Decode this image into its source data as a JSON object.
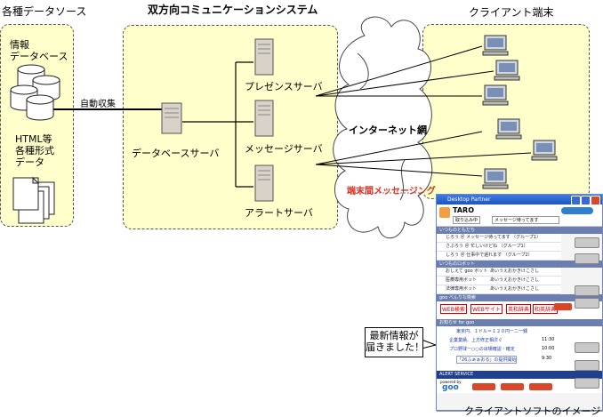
{
  "sources": {
    "title": "各種データソース",
    "info_db_label": "情報\nデータベース",
    "docs_label": "HTML等\n各種形式\nデータ",
    "auto_collect": "自動収集"
  },
  "system": {
    "title": "双方向コミュニケーションシステム",
    "db_server": "データベースサーバ",
    "presence_server": "プレゼンスサーバ",
    "message_server": "メッセージサーバ",
    "alert_server": "アラートサーバ"
  },
  "network": {
    "internet": "インターネット網",
    "messaging": "端末間メッセージング"
  },
  "clients": {
    "title": "クライアント端末",
    "soft_caption": "クライアントソフトのイメージ",
    "callout": "最新情報が\n届きました！"
  },
  "app": {
    "window_title": "Desktop Partner",
    "user": "TARO",
    "status": "取り込み中",
    "status_msg": "メッセージ待ってます",
    "sections": [
      "いつものともだち",
      "いつものロボット",
      "goo べんりな検索",
      "お知らせ for goo"
    ],
    "friends": [
      "じろう ＠ メッセージ待ってます （グループ1）",
      "さぶろう ＠ 忙しいけどね （グループ1）",
      "しろう ＠ 仕事中で遅れます （グループ2）"
    ],
    "robots": [
      {
        "name": "おしえて goo ボット",
        "desc": "あいうえおかきけこさし"
      },
      {
        "name": "医療専用ボット",
        "desc": "あいうえおかきけこさし"
      },
      {
        "name": "法律専用ボット",
        "desc": "あいうえおかきけこさし"
      }
    ],
    "search_tabs": [
      "WEB検索",
      "WEBサイト",
      "英和辞典",
      "和英辞典"
    ],
    "news": [
      {
        "text": "東京円、１ドル＝１２０円ー二一銭",
        "time": ""
      },
      {
        "text": "企業業績、上方修正相次ぐ",
        "time": "11:30"
      },
      {
        "text": "プロ野球ー○○の出場確認・確定",
        "time": "10:00"
      },
      {
        "text": "「26ふぁぁおる」の提供開始",
        "time": "9:30"
      }
    ],
    "alert_bar": "ALERT SERVICE",
    "powered": "powered by",
    "goo": "goo"
  }
}
